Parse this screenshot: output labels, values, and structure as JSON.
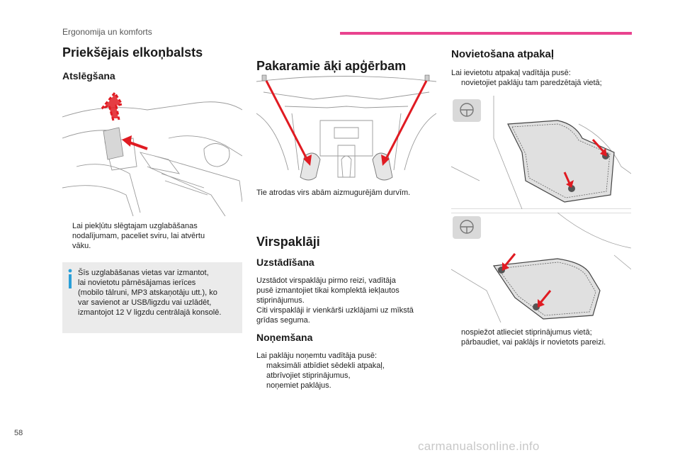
{
  "header": {
    "section": "Ergonomija un komforts"
  },
  "col1": {
    "title": "Priekšējais elkoņbalsts",
    "subtitle": "Atslēgšana",
    "bullet": [
      "Lai piekļūtu slēgtajam uzglabāšanas",
      "nodalījumam, paceliet sviru, lai atvērtu",
      "vāku."
    ],
    "info_lines": [
      "Šīs uzglabāšanas vietas var izmantot,",
      "lai novietotu pārnēsājamas ierīces",
      "(mobilo tālruni, MP3 atskaņotāju utt.), ko",
      "var savienot ar USB/ligzdu vai uzlādēt,",
      "izmantojot 12 V ligzdu centrālajā konsolē."
    ],
    "info_icon": "info-icon"
  },
  "col2": {
    "title": "Pakaramie āķi apģērbam",
    "caption": "Tie atrodas virs abām aizmugurējām durvīm.",
    "title2": "Virspaklāji",
    "sub_install": "Uzstādīšana",
    "install_lines": [
      "Uzstādot virspaklāju pirmo reizi, vadītāja",
      "pusē izmantojiet tikai komplektā iekļautos",
      "stiprinājumus.",
      "Citi virspaklāji ir vienkārši uzklājami uz mīkstā",
      "grīdas seguma."
    ],
    "sub_remove": "Noņemšana",
    "remove_intro": "Lai paklāju noņemtu vadītāja pusē:",
    "remove_bullets": [
      "maksimāli atbīdiet sēdekli atpakaļ,",
      "atbrīvojiet stiprinājumus,",
      "noņemiet paklājus."
    ]
  },
  "col3": {
    "title": "Novietošana atpakaļ",
    "intro": "Lai ievietotu atpakaļ vadītāja pusē:",
    "bullets_top": [
      "novietojiet paklāju tam paredzētajā vietā;"
    ],
    "bullets_bottom": [
      "nospiežot atlieciet stiprinājumus vietā;",
      "pārbaudiet, vai paklājs ir novietots pareizi."
    ]
  },
  "bullet_marker": "",
  "page_number": "58",
  "watermark": "carmanualsonline.info",
  "colors": {
    "accent_pink": "#e9438f",
    "arrow_red": "#e01b22",
    "info_blue": "#2a9fd8"
  }
}
